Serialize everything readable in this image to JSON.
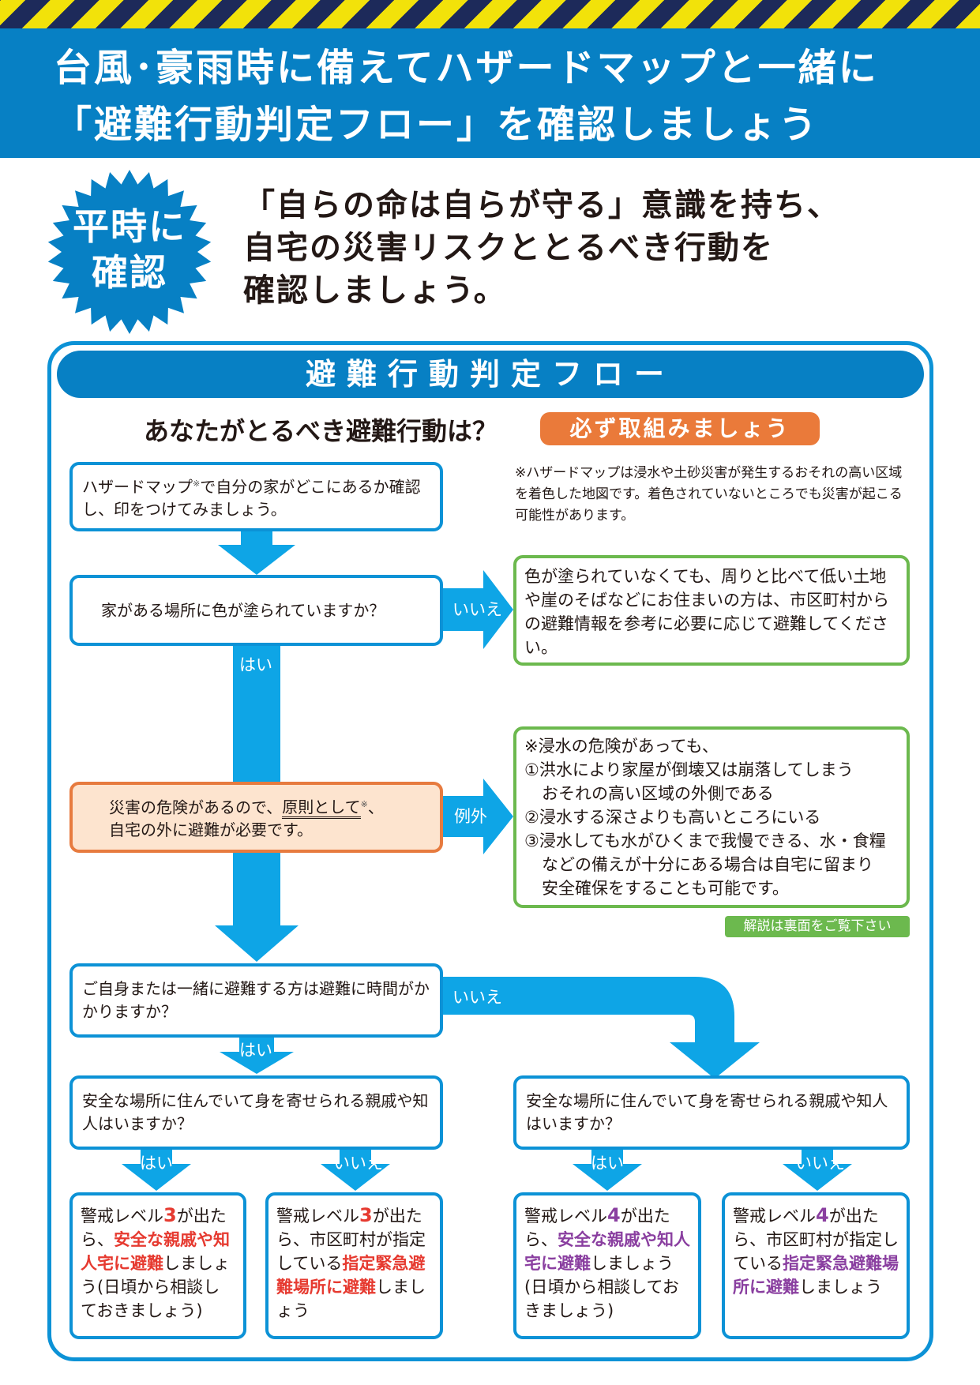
{
  "header": {
    "line1": "台風･豪雨時に備えてハザードマップと一緒に",
    "line2": "「避難行動判定フロー」を確認しましょう"
  },
  "badge": {
    "line1": "平時に",
    "line2": "確認"
  },
  "intro": {
    "line1": "「自らの命は自らが守る」意識を持ち、",
    "line2": "自宅の災害リスクととるべき行動を",
    "line3": "確認しましょう。"
  },
  "flow": {
    "title": "避難行動判定フロー",
    "question": "あなたがとるべき避難行動は？",
    "must_label": "必ず取組みましょう",
    "note": "※ハザードマップは浸水や土砂災害が発生するおそれの高い区域を着色した地図です。着色されていないところでも災害が起こる可能性があります。",
    "step1": {
      "text_a": "ハザードマップ",
      "sup": "※",
      "text_b": "で自分の家がどこにあるか確認し、印をつけてみましょう。"
    },
    "q_colored": "家がある場所に色が塗られていますか？",
    "no_colored_advice": "色が塗られていなくても、周りと比べて低い土地や崖のそばなどにお住まいの方は、市区町村からの避難情報を参考に必要に応じて避難してください。",
    "danger": {
      "text_a": "災害の危険があるので、",
      "underlined": "原則として",
      "sup": "※",
      "text_b": "、",
      "line2": "自宅の外に避難が必要です。"
    },
    "exception": {
      "l1": "※浸水の危険があっても、",
      "l2": "①洪水により家屋が倒壊又は崩落してしまう",
      "l3": "おそれの高い区域の外側である",
      "l4": "②浸水する深さよりも高いところにいる",
      "l5": "③浸水しても水がひくまで我慢できる、水・食糧",
      "l6": "などの備えが十分にある場合は自宅に留まり",
      "l7": "安全確保をすることも可能です。"
    },
    "see_back": "解説は裏面をご覧下さい",
    "q_time": "ご自身または一緒に避難する方は避難に時間がかかりますか？",
    "q_relatives": "安全な場所に住んでいて身を寄せられる親戚や知人はいますか？",
    "labels": {
      "yes": "はい",
      "no": "いいえ",
      "exception": "例外"
    },
    "outcomes": [
      {
        "a": "警戒レベル",
        "level": "3",
        "b": "が出たら、",
        "em": "安全な親戚や知人宅に避難",
        "c": "しましょう(日頃から相談しておきましょう)"
      },
      {
        "a": "警戒レベル",
        "level": "3",
        "b": "が出たら、市区町村が指定している",
        "em": "指定緊急避難場所に避難",
        "c": "しましょう"
      },
      {
        "a": "警戒レベル",
        "level": "4",
        "b": "が出たら、",
        "em": "安全な親戚や知人宅に避難",
        "c": "しましょう(日頃から相談しておきましょう)"
      },
      {
        "a": "警戒レベル",
        "level": "4",
        "b": "が出たら、市区町村が指定している",
        "em": "指定緊急避難場所に避難",
        "c": "しましょう"
      }
    ]
  },
  "colors": {
    "header_blue": "#0780c4",
    "arrow_blue": "#0ea5e6",
    "orange": "#ea7a3a",
    "green": "#6cb94e",
    "level3_red": "#e63a30",
    "level4_purple": "#8a3fa0"
  }
}
